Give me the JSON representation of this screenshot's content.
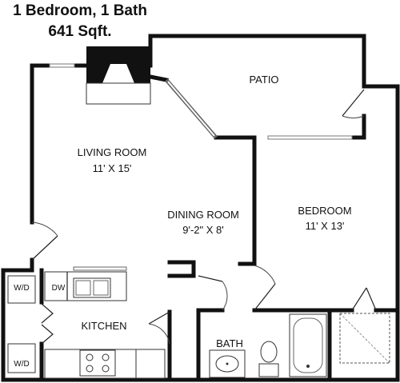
{
  "header": {
    "line1": "1 Bedroom, 1 Bath",
    "line2": "641 Sqft."
  },
  "rooms": {
    "patio": "PATIO",
    "living": "LIVING ROOM",
    "living_dim": "11' X 15'",
    "dining": "DINING ROOM",
    "dining_dim": "9'-2\" X 8'",
    "bedroom": "BEDROOM",
    "bedroom_dim": "11' X 13'",
    "kitchen": "KITCHEN",
    "bath": "BATH"
  },
  "fixtures": {
    "washer_dryer_top": "W/D",
    "washer_dryer_bottom": "W/D",
    "dishwasher": "DW"
  }
}
